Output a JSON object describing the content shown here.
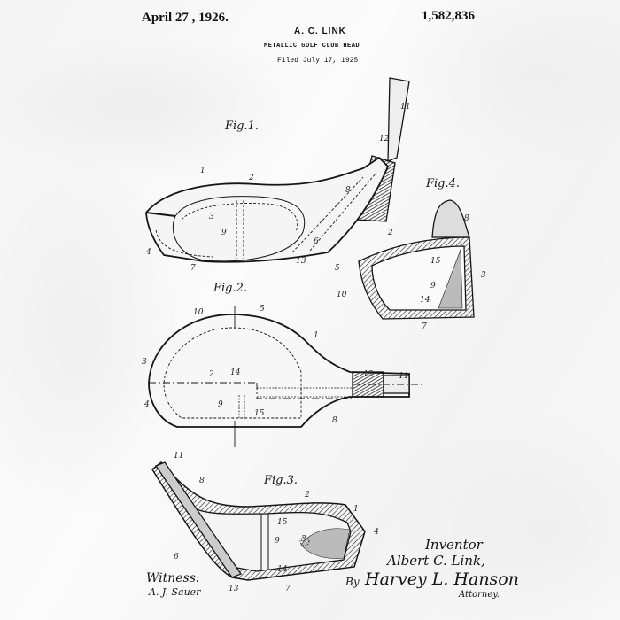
{
  "header": {
    "date": "April 27 , 1926.",
    "patent_number": "1,582,836",
    "inventor_name": "A. C. LINK",
    "title": "METALLIC GOLF CLUB HEAD",
    "filed": "Filed July 17, 1925"
  },
  "figures": {
    "fig1": {
      "label": "Fig.1.",
      "reference_numbers": [
        "1",
        "2",
        "3",
        "4",
        "6",
        "7",
        "8",
        "9",
        "11",
        "12",
        "13"
      ]
    },
    "fig2": {
      "label": "Fig.2.",
      "reference_numbers": [
        "1",
        "2",
        "3",
        "4",
        "5",
        "8",
        "9",
        "10",
        "11",
        "12",
        "14",
        "15"
      ]
    },
    "fig3": {
      "label": "Fig.3.",
      "reference_numbers": [
        "1",
        "2",
        "3",
        "4",
        "6",
        "7",
        "8",
        "9",
        "11",
        "13",
        "14",
        "15"
      ]
    },
    "fig4": {
      "label": "Fig.4.",
      "reference_numbers": [
        "2",
        "3",
        "5",
        "7",
        "8",
        "9",
        "10",
        "14",
        "15"
      ]
    }
  },
  "signatures": {
    "inventor_heading": "Inventor",
    "inventor": "Albert C. Link,",
    "by": "By",
    "attorney": "Harvey L. Hanson",
    "attorney_title": "Attorney.",
    "witness_heading": "Witness:",
    "witness": "A. J. Sauer"
  },
  "colors": {
    "ink": "#111111",
    "background": "#f7f7f7"
  }
}
